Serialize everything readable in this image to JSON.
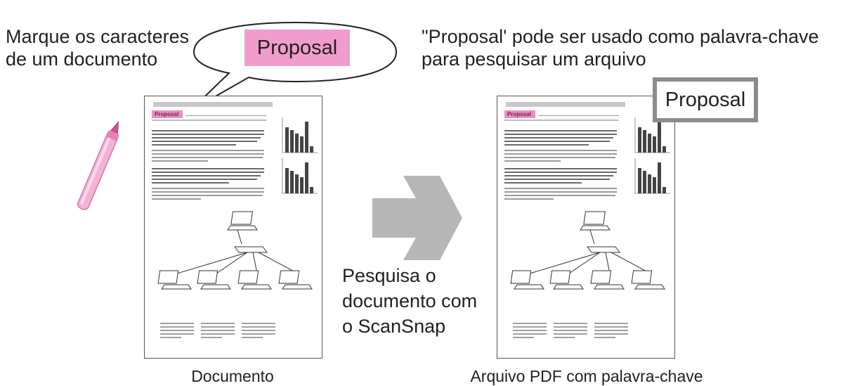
{
  "left_label": {
    "line1": "Marque os caracteres",
    "line2": "de um documento"
  },
  "bubble_text": "Proposal",
  "right_label": {
    "line1": "\"Proposal' pode ser usado como palavra-chave",
    "line2": "para pesquisar um arquivo"
  },
  "keyword_box_text": "Proposal",
  "middle_label": {
    "line1": "Pesquisa o",
    "line2": "documento com",
    "line3": "o ScanSnap"
  },
  "left_caption": "Documento",
  "right_caption": "Arquivo PDF com palavra-chave",
  "doc_heading": "Proposal",
  "colors": {
    "highlight": "#f09ccc",
    "arrow": "#b7b7b7",
    "keyword_border": "#8c8c8c",
    "pen": "#f0a6cf"
  }
}
